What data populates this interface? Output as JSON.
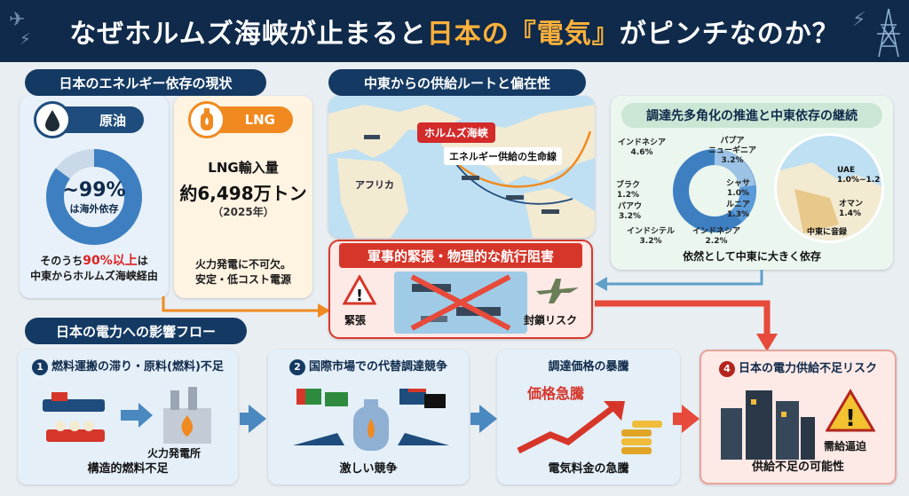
{
  "header": {
    "title_part1": "なぜホルムズ海峡が止まると",
    "title_part2": "日本の『電気』",
    "title_part3": "がピンチなのか？"
  },
  "sections": {
    "dependency": "日本のエネルギー依存の現状",
    "route": "中東からの供給ルートと偏在性",
    "flow": "日本の電力への影響フロー"
  },
  "oil": {
    "label": "原油",
    "pct": "~99%",
    "pct_sub": "は海外依存",
    "pct_value": 99,
    "foot_a": "そのうち",
    "foot_red": "90%以上",
    "foot_b": "は",
    "foot_line2": "中東からホルムズ海峡経由"
  },
  "lng": {
    "label": "LNG",
    "line1": "LNG輸入量",
    "line2": "約6,498万トン",
    "line3": "（2025年）",
    "foot1": "火力発電に不可欠。",
    "foot2": "安定・低コスト電源"
  },
  "map": {
    "hormuz": "ホルムズ海峡",
    "lifeline": "エネルギー供給の生命線",
    "africa": "アフリカ"
  },
  "divers": {
    "title": "調達先多角化の推進と中東依存の継続",
    "sources": [
      {
        "name": "インドネシア",
        "value": "4.6%"
      },
      {
        "name": "パプア\nニューギニア",
        "value": "3.2%"
      },
      {
        "name": "シャサ",
        "value": "1.0%"
      },
      {
        "name": "ルニア",
        "value": "1.3%"
      },
      {
        "name": "インドネシア",
        "value": "2.2%"
      },
      {
        "name": "インドシテル",
        "value": "3.2%"
      },
      {
        "name": "パアウ",
        "value": "3.2%"
      },
      {
        "name": "ブラク",
        "value": "1.2%"
      }
    ],
    "uae": "UAE",
    "uae_val": "1.0%~1.2%",
    "oman": "オマン",
    "oman_val": "1.4%",
    "me_caption": "中東に音録",
    "foot": "依然として中東に大きく依存"
  },
  "tension": {
    "title": "軍事的緊張・物理的な航行阻害",
    "left": "緊張",
    "right": "封鎖リスク"
  },
  "flow": {
    "s1_num": "1",
    "s1_title": "燃料運搬の滞り・原料(燃料)不足",
    "s1_plant": "火力発電所",
    "s1_cap": "構造的燃料不足",
    "s2_num": "2",
    "s2_title": "国際市場での代替調達競争",
    "s2_cap": "激しい競争",
    "s3_title": "調達価格の暴騰",
    "s3_tag": "価格急騰",
    "s3_cap": "電気料金の急騰",
    "s4_num": "4",
    "s4_title": "日本の電力供給不足リスク",
    "s4_warn": "需給逼迫",
    "s4_cap": "供給不足の可能性"
  },
  "colors": {
    "navy": "#0f2a4a",
    "orange": "#f08a20",
    "red": "#d6362a",
    "accent": "#ffb13b"
  }
}
